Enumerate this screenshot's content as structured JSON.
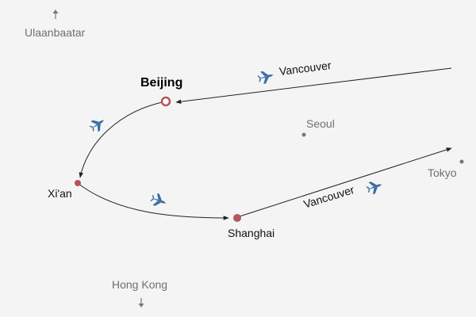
{
  "colors": {
    "background": "#f4f4f4",
    "route_line": "#222222",
    "stop_marker": "#b5545c",
    "reference_marker": "#777777",
    "plane_icon": "#3a6ea5"
  },
  "reference_places": {
    "ulaanbaatar": "Ulaanbaatar",
    "seoul": "Seoul",
    "tokyo": "Tokyo",
    "hong_kong": "Hong Kong"
  },
  "stops": {
    "beijing": "Beijing",
    "xian": "Xi'an",
    "shanghai": "Shanghai"
  },
  "routes": {
    "inbound_origin": "Vancouver",
    "outbound_destination": "Vancouver"
  },
  "icons": [
    "plane-icon",
    "arrow-up-icon",
    "arrow-down-icon"
  ]
}
